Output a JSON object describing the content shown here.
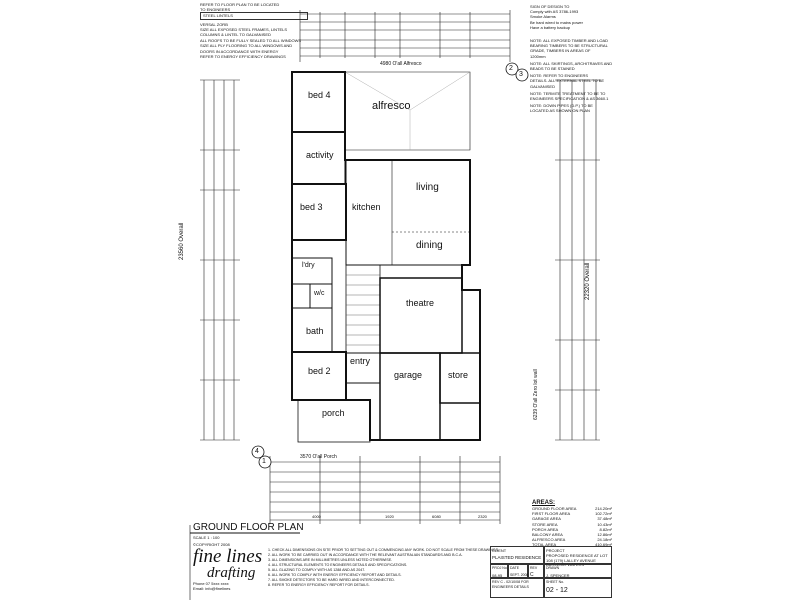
{
  "header_notes": {
    "top_left_lines": [
      "REFER TO FLOOR PLAN TO BE LOCATED",
      "TO ENGINEERS",
      "STEEL LINTELS",
      "VERSAL ZORB",
      "SIZE ALL EXPOSED STEEL FRAMES, LINTELS",
      "COLUMNS & LINTEL TO GALVANISED",
      "ALL ROOFS TO BE FULLY SEALED TO ALL WINDOWS",
      "SIZE ALL PLY FLOORING TO ALL WINDOWS AND",
      "DOORS IN ACCORDANCE WITH ENERGY",
      "REFER TO ENERGY EFFICIENCY DRAWINGS"
    ],
    "top_right_lines": [
      "SIGN OF DESIGN TO",
      "Comply with AS 3786-1993",
      "Smoke Alarms",
      "Be hard wired to mains power",
      "Have a battery backup"
    ],
    "right_notes": [
      "NOTE: ALL EXPOSED TIMBER AND LOAD",
      "BEARING TIMBERS TO BE STRUCTURAL",
      "GRADE, TIMBERS IN AREAS OF",
      "1200mm",
      "NOTE: ALL SKIRTINGS, ARCHITRAVES AND",
      "BEADS TO BE STAINED",
      "NOTE: REFER TO ENGINEERS",
      "DETAILS. ALL EXTERNAL STEEL TO BE",
      "GALVANISED",
      "NOTE: TERMITE TREATMENT TO BE TO",
      "ENGINEERS SPECIFICATION & AS 3660.1",
      "NOTE: DOWN PIPES (D.P.) TO BE",
      "LOCATED AS SHOWN ON PLAN"
    ]
  },
  "rooms": {
    "bed4": "bed 4",
    "alfresco": "alfresco",
    "activity": "activity",
    "bed3": "bed 3",
    "kitchen": "kitchen",
    "living": "living",
    "dining": "dining",
    "ldry": "l'dry",
    "wc": "w/c",
    "bath": "bath",
    "theatre": "theatre",
    "entry": "entry",
    "bed2": "bed 2",
    "garage": "garage",
    "store": "store",
    "porch": "porch"
  },
  "dims": {
    "overall_top": "4980 O'all Alfresco",
    "overall_left": "23560 Overall",
    "overall_right": "22320 Overall",
    "porch_overall": "3570 O'all Porch",
    "bottom_1": "4000",
    "bottom_2": "1920",
    "bottom_3": "6080",
    "bottom_4": "2320",
    "right_garage": "6239 O'all Zero lot wall"
  },
  "markers": {
    "top_2": "2",
    "top_3": "3",
    "bottom_4": "4",
    "bottom_1": "1"
  },
  "plan_title": "GROUND FLOOR PLAN",
  "scale": "SCALE 1 : 100",
  "copyright": "©COPYRIGHT 2008",
  "footer_notes": [
    "1. CHECK ALL DIMENSIONS ON SITE PRIOR TO SETTING OUT & COMMENCING ANY WORK. DO NOT SCALE FROM THESE DRAWINGS.",
    "2. ALL WORK TO BE CARRIED OUT IN ACCORDANCE WITH THE RELEVANT AUSTRALIAN STANDARDS AND B.C.A.",
    "3. ALL DIMENSIONS ARE IN MILLIMETRES UNLESS NOTED OTHERWISE.",
    "4. ALL STRUCTURAL ELEMENTS TO ENGINEERS DETAILS AND SPECIFICATIONS.",
    "5. ALL GLAZING TO COMPLY WITH AS 1288 AND AS 2047.",
    "6. ALL WORK TO COMPLY WITH ENERGY EFFICIENCY REPORT AND DETAILS.",
    "7. ALL SMOKE DETECTORS TO BE HARD WIRED AND INTERCONNECTED.",
    "8. REFER TO ENERGY EFFICIENCY REPORT FOR DETAILS."
  ],
  "logo": {
    "line1": "fine lines",
    "line2": "drafting",
    "addr1": "Phone 07 5xxx xxxx",
    "addr2": "Email: info@finelines"
  },
  "title_block": {
    "client_label": "CLIENT",
    "client": "PLAISTED RESIDENCE",
    "project_label": "PROJECT",
    "project": "PROPOSED RESIDENCE AT LOT 108 (179) LALLEY AVENUE BURLEIGH WATERS",
    "proj_no_label": "PROJ No.",
    "proj_no": "08-95",
    "date_label": "DATE",
    "date": "SEPT. 2008",
    "rev_label": "REV",
    "rev": "C",
    "rev_text": "REV C - 02/10/08 FOR ENGINEERS DETAILS",
    "drawn_label": "DRAWN",
    "drawn": "J. SPENCER",
    "sheet_label": "SHEET No.",
    "sheet": "02 - 12"
  },
  "areas": {
    "title": "AREAS:",
    "rows": [
      [
        "GROUND FLOOR AREA",
        "214.20m²"
      ],
      [
        "FIRST FLOOR AREA",
        "102.72m²"
      ],
      [
        "GARAGE AREA",
        "37.48m²"
      ],
      [
        "STORE AREA",
        "10.43m²"
      ],
      [
        "PORCH AREA",
        "8.82m²"
      ],
      [
        "BALCONY AREA",
        "12.86m²"
      ],
      [
        "ALFRESCO AREA",
        "24.18m²"
      ],
      [
        "TOTAL AREA",
        "410.69m²"
      ]
    ]
  }
}
